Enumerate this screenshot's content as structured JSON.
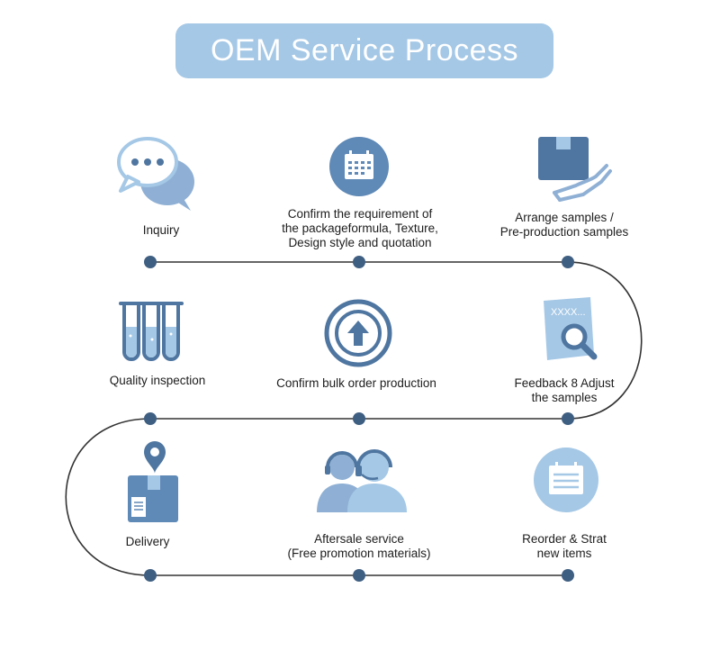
{
  "title": "OEM Service Process",
  "colors": {
    "accent_light": "#a5c8e6",
    "accent_mid": "#8fb0d4",
    "accent_dark": "#4f76a0",
    "line": "#333333",
    "node": "#3f5f82"
  },
  "steps": [
    {
      "label": "Inquiry",
      "icon": "chat-bubbles-icon"
    },
    {
      "label": "Confirm the requirement of\nthe packageformula, Texture,\nDesign style and quotation",
      "icon": "calendar-icon"
    },
    {
      "label": "Arrange samples /\nPre-production samples",
      "icon": "box-in-hand-icon"
    },
    {
      "label": "Feedback 8 Adjust\nthe samples",
      "icon": "document-search-icon",
      "icon_text": "XXXX..."
    },
    {
      "label": "Confirm bulk order production",
      "icon": "upload-arrow-icon"
    },
    {
      "label": "Quality inspection",
      "icon": "test-tubes-icon"
    },
    {
      "label": "Delivery",
      "icon": "package-location-icon"
    },
    {
      "label": "Aftersale service\n(Free promotion materials)",
      "icon": "headset-support-icon"
    },
    {
      "label": "Reorder & Strat\nnew items",
      "icon": "list-board-icon"
    }
  ]
}
